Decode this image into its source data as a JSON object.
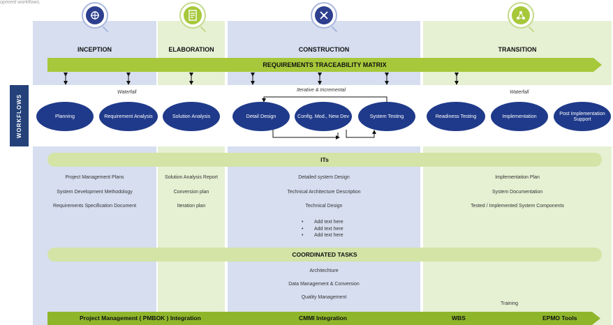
{
  "caption": "opment workflows.",
  "phases": {
    "inception": "INCEPTION",
    "elaboration": "ELABORATION",
    "construction": "CONSTRUCTION",
    "transition": "TRANSITION"
  },
  "icons": [
    "compass-icon",
    "document-icon",
    "tools-icon",
    "network-icon"
  ],
  "rtm_label": "REQUIREMENTS  TRACEABILITY MATRIX",
  "workflows_label": "WORKFLOWS",
  "methodologies": {
    "inception": "Waterfall",
    "construction": "Iterative & Incremental",
    "transition": "Waterfall"
  },
  "workflow_nodes": {
    "planning": "Planning",
    "requirement_analysis": "Requirement Analysis",
    "solution_analysis": "Solution Analysis",
    "detail_design": "Detail Design",
    "config_mod": "Config. Mod., New Dev",
    "system_testing": "System Testing",
    "readiness_testing": "Readiness Testing",
    "implementation": "Implementation",
    "post_implementation": "Post Implementation Support"
  },
  "its_label": "ITs",
  "its": {
    "inception": [
      "Project Management  Plans",
      "System Development Methodology",
      "Requirements Specification Document"
    ],
    "elaboration": [
      "Solution Analysis Report",
      "Conversion plan",
      "Iteration plan"
    ],
    "construction": [
      "Detailed system Design",
      "Technical Architecture Description",
      "Technical Design"
    ],
    "construction_bullets": [
      "Add text here",
      "Add text here",
      "Add text here"
    ],
    "transition": [
      "Implementation Plan",
      "System Documentation",
      "Tested / Implemented System Components"
    ]
  },
  "coordinated_label": "COORDINATED TASKS",
  "coordinated": {
    "construction": [
      "Architechture",
      "Data Management  & Conversion",
      "Quality Management"
    ],
    "transition": "Training"
  },
  "bottom": {
    "pm": "Project Management ( PMBOK ) Integration",
    "cmmi": "CMMI Integration",
    "wbs": "WBS",
    "epmo": "EPMO Tools"
  },
  "colors": {
    "navy": "#1f3a8a",
    "lime": "#a6c83a",
    "light_blue": "#d6def0",
    "light_green": "#e6f0d3"
  }
}
